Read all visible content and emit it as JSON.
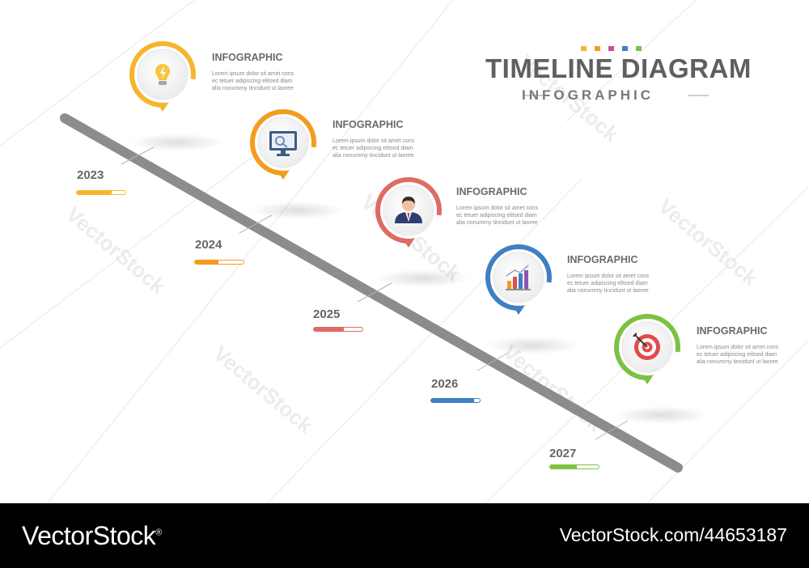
{
  "header": {
    "title": "TIMELINE DIAGRAM",
    "subtitle": "INFOGRAPHIC",
    "dots": [
      "#f5b52e",
      "#f39c1f",
      "#d04f8e",
      "#3f7fc4",
      "#7cc242"
    ]
  },
  "milestones": [
    {
      "year": "2023",
      "title": "INFOGRAPHIC",
      "body": "Lorem ipsum dolor sit amet cons ec tetuer adipiscing elitsed diam alia nonummy tincidunt ut laoree",
      "color": "#f5b52e",
      "icon": "lightbulb-icon",
      "progress": 0.72
    },
    {
      "year": "2024",
      "title": "INFOGRAPHIC",
      "body": "Lorem ipsum dolor sit amet cons ec tetuer adipiscing elitsed diam alia nonummy tincidunt ut laoree",
      "color": "#f39c1f",
      "icon": "monitor-icon",
      "progress": 0.48
    },
    {
      "year": "2025",
      "title": "INFOGRAPHIC",
      "body": "Lorem ipsum dolor sit amet cons ec tetuer adipiscing elitsed diam alia nonummy tincidunt ut laoree",
      "color": "#df6b63",
      "icon": "businessman-icon",
      "progress": 0.62
    },
    {
      "year": "2026",
      "title": "INFOGRAPHIC",
      "body": "Lorem ipsum dolor sit amet cons ec tetuer adipiscing elitsed diam alia nonummy tincidunt ut laoree",
      "color": "#3f7fc4",
      "icon": "bar-chart-icon",
      "progress": 0.88
    },
    {
      "year": "2027",
      "title": "INFOGRAPHIC",
      "body": "Lorem ipsum dolor sit amet cons ec tetuer adipiscing elitsed diam alia nonummy tincidunt ut laoree",
      "color": "#7cc242",
      "icon": "target-icon",
      "progress": 0.55
    }
  ],
  "watermark": "VectorStock",
  "footer": {
    "brand": "VectorStock",
    "brand_mark": "®",
    "stock_id": "VectorStock.com/44653187"
  }
}
